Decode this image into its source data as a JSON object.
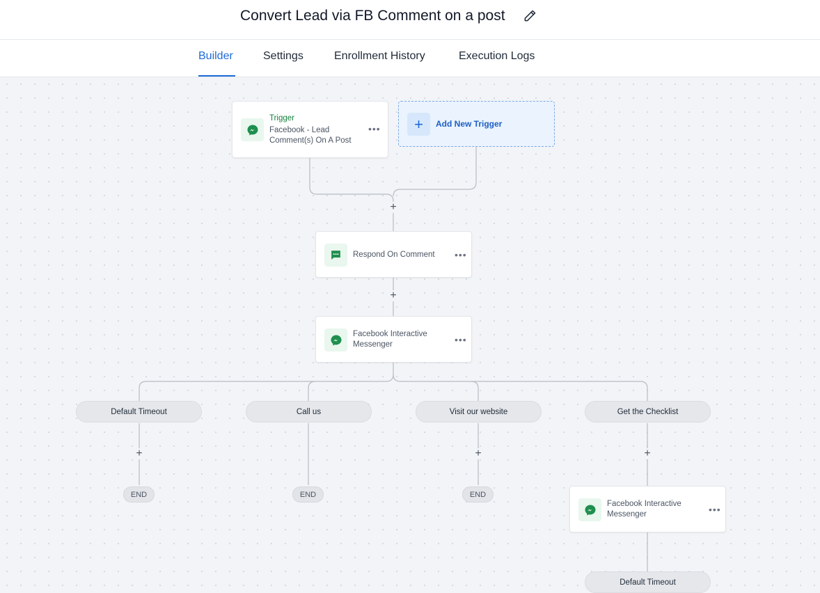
{
  "header": {
    "title": "Convert Lead via FB Comment on a post"
  },
  "tabs": [
    {
      "label": "Builder",
      "active": true
    },
    {
      "label": "Settings",
      "active": false
    },
    {
      "label": "Enrollment History",
      "active": false
    },
    {
      "label": "Execution Logs",
      "active": false
    }
  ],
  "colors": {
    "accent": "#1d6ad8",
    "trigger_green": "#15803d",
    "icon_green": "#1f8f4e",
    "canvas_bg": "#f2f4f7"
  },
  "workflow": {
    "trigger": {
      "kicker": "Trigger",
      "text": "Facebook - Lead Comment(s) On A Post",
      "icon": "messenger-icon"
    },
    "add_trigger": {
      "label": "Add New Trigger",
      "icon": "plus-icon"
    },
    "actions": [
      {
        "label": "Respond On Comment",
        "icon": "chat-bubble-icon"
      },
      {
        "label": "Facebook Interactive Messenger",
        "icon": "messenger-icon"
      }
    ],
    "branches": [
      {
        "label": "Default Timeout",
        "end_label": "END"
      },
      {
        "label": "Call us",
        "end_label": "END"
      },
      {
        "label": "Visit our website",
        "end_label": "END"
      },
      {
        "label": "Get the Checklist",
        "action_label": "Facebook Interactive Messenger",
        "sub_branch_label": "Default Timeout"
      }
    ]
  }
}
